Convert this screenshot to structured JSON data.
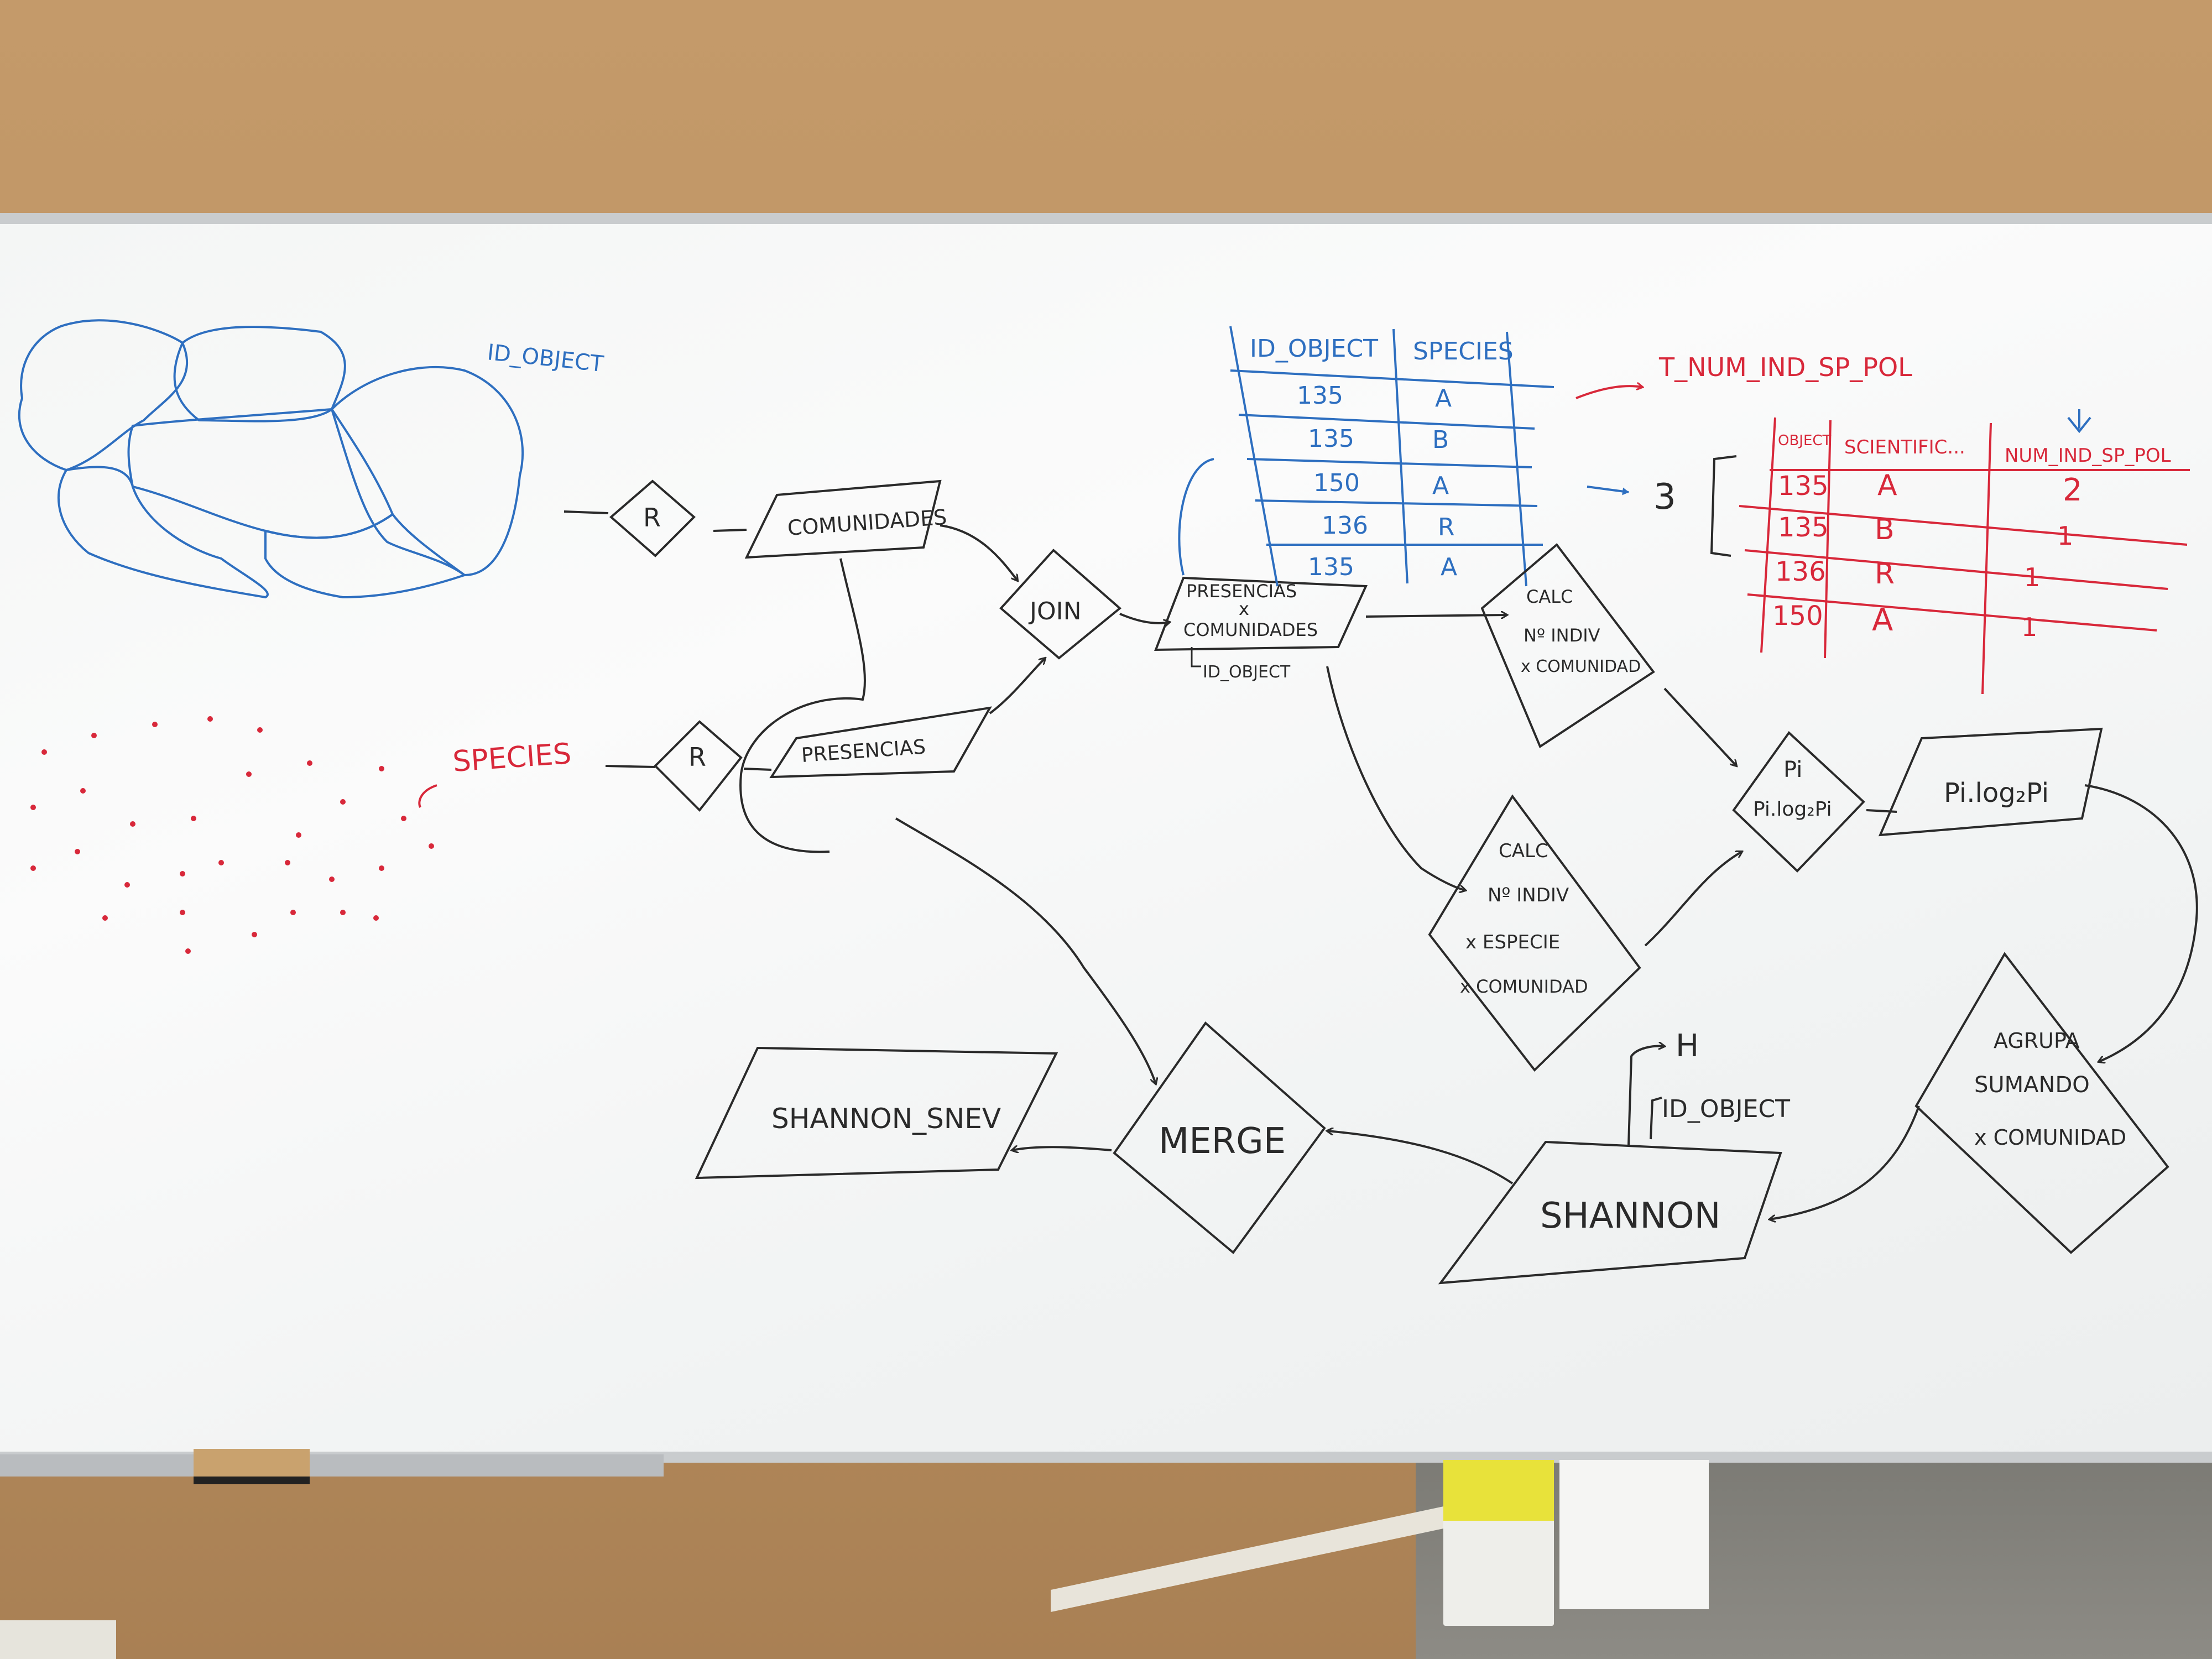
{
  "colors": {
    "black_marker": "#2a2a2a",
    "blue_marker": "#2e6fc0",
    "red_marker": "#d8283a"
  },
  "labels": {
    "id_object_note": "ID_OBJECT",
    "r_top": "R",
    "comunidades": "COMUNIDADES",
    "join": "JOIN",
    "species": "SPECIES",
    "r_bottom": "R",
    "presencias": "PRESENCIAS",
    "presencias_x_line1": "PRESENCIAS",
    "presencias_x_line2": "x",
    "presencias_x_line3": "COMUNIDADES",
    "presencias_x_key": "ID_OBJECT",
    "calc1_line1": "CALC",
    "calc1_line2": "Nº INDIV",
    "calc1_line3": "x COMUNIDAD",
    "calc2_line1": "CALC",
    "calc2_line2": "Nº INDIV",
    "calc2_line3": "x ESPECIE",
    "calc2_line4": "x COMUNIDAD",
    "pi_line1": "Pi",
    "pi_line2": "Pi.log₂Pi",
    "pi_log_box": "Pi.log₂Pi",
    "agrupa_line1": "AGRUPA",
    "agrupa_line2": "SUMANDO",
    "agrupa_line3": "x COMUNIDAD",
    "shannon": "SHANNON",
    "h_label": "H",
    "shannon_key": "ID_OBJECT",
    "merge": "MERGE",
    "shannon_snev": "SHANNON_SNEV",
    "table_name": "T_NUM_IND_SP_POL",
    "step_number": "3"
  },
  "blue_table": {
    "headers": [
      "ID_OBJECT",
      "SPECIES"
    ],
    "rows": [
      [
        "135",
        "A"
      ],
      [
        "135",
        "B"
      ],
      [
        "150",
        "A"
      ],
      [
        "136",
        "R"
      ],
      [
        "135",
        "A"
      ]
    ]
  },
  "red_table": {
    "headers": [
      "OBJECT",
      "SCIENTIFIC...",
      "NUM_IND_SP_POL"
    ],
    "rows": [
      [
        "135",
        "A",
        "2"
      ],
      [
        "135",
        "B",
        "1"
      ],
      [
        "136",
        "R",
        "1"
      ],
      [
        "150",
        "A",
        "1"
      ]
    ]
  }
}
